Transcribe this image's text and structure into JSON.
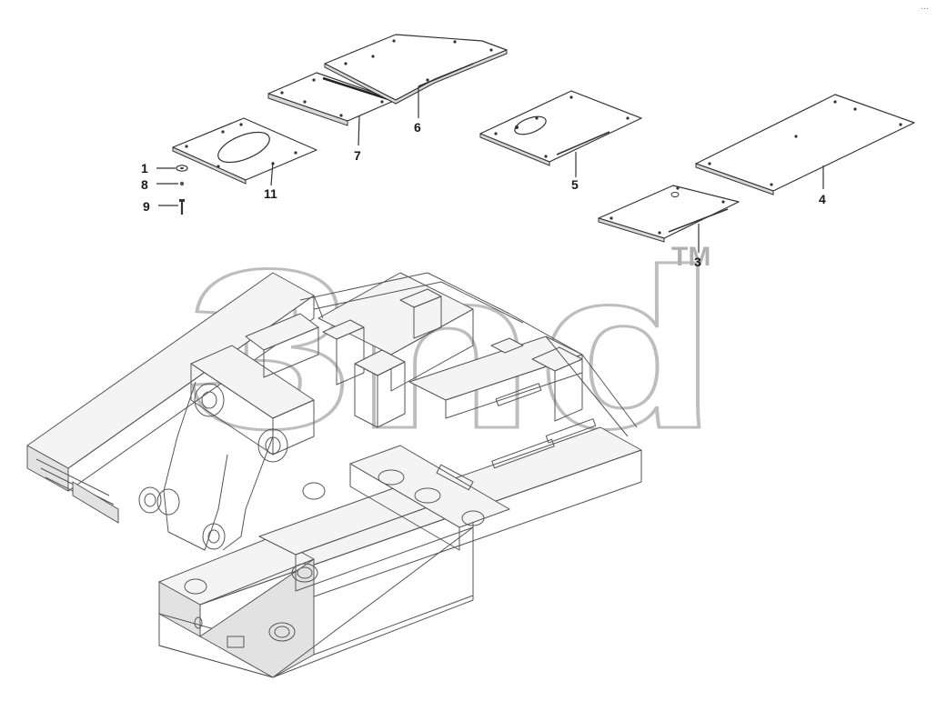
{
  "diagram": {
    "watermark": "3nd",
    "trademark": "TM",
    "corner_mark": "···",
    "callouts": [
      {
        "id": "c1",
        "label": "1"
      },
      {
        "id": "c8",
        "label": "8"
      },
      {
        "id": "c9",
        "label": "9"
      },
      {
        "id": "c11",
        "label": "11"
      },
      {
        "id": "c7",
        "label": "7"
      },
      {
        "id": "c6",
        "label": "6"
      },
      {
        "id": "c5",
        "label": "5"
      },
      {
        "id": "c4",
        "label": "4"
      },
      {
        "id": "c3",
        "label": "3"
      }
    ]
  }
}
